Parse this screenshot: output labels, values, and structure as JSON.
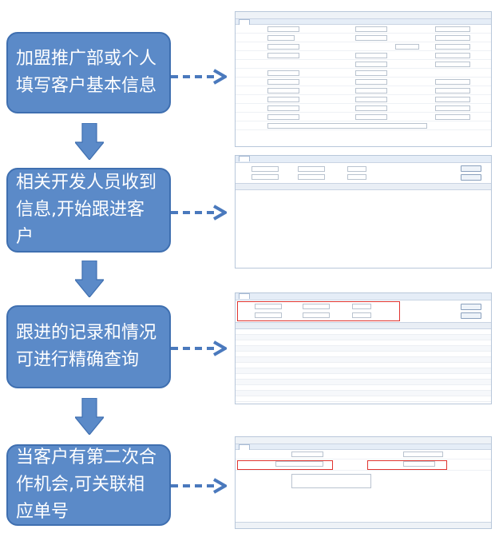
{
  "steps": [
    {
      "text": "加盟推广部或个人填写客户基本信息"
    },
    {
      "text": "相关开发人员收到信息,开始跟进客户"
    },
    {
      "text": "跟进的记录和情况可进行精确查询"
    },
    {
      "text": "当客户有第二次合作机会,可关联相应单号"
    }
  ],
  "colors": {
    "box_fill": "#5b8ac8",
    "box_border": "#3f6fb0",
    "connector": "#4a79bd",
    "highlight": "#e0342f"
  }
}
